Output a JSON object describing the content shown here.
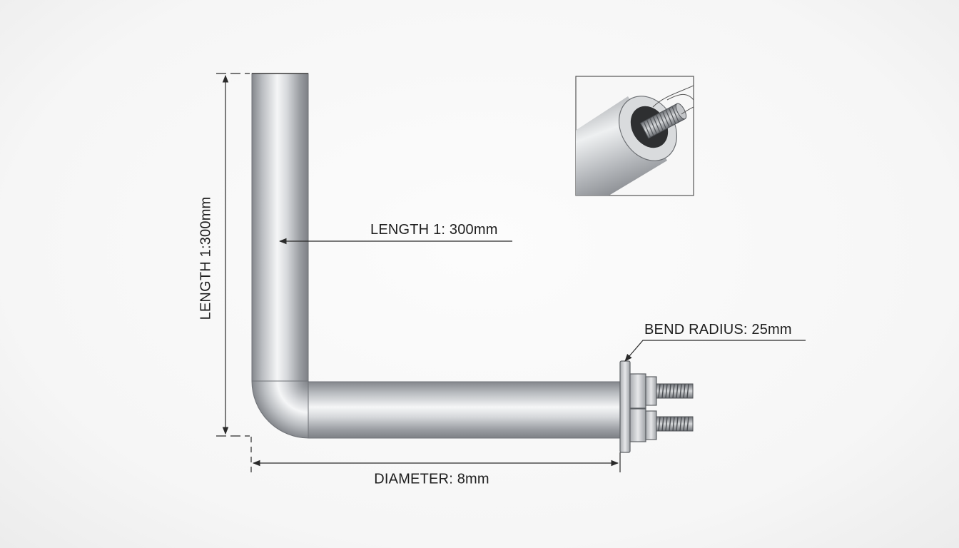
{
  "diagram": {
    "labels": {
      "length_vertical": "LENGTH 1:300mm",
      "length_horizontal": "LENGTH 1: 300mm",
      "bend_radius": "BEND RADIUS: 25mm",
      "diameter": "DIAMETER: 8mm"
    },
    "colors": {
      "line": "#2a2a2a",
      "tube_dark": "#8a8d92",
      "tube_light": "#f4f5f6",
      "flange": "#c9cbce",
      "inset_border": "#555555"
    },
    "icons": {
      "element": "l-shaped-heating-tube",
      "terminal": "threaded-terminal-stud",
      "inset": "terminal-end-closeup"
    }
  }
}
